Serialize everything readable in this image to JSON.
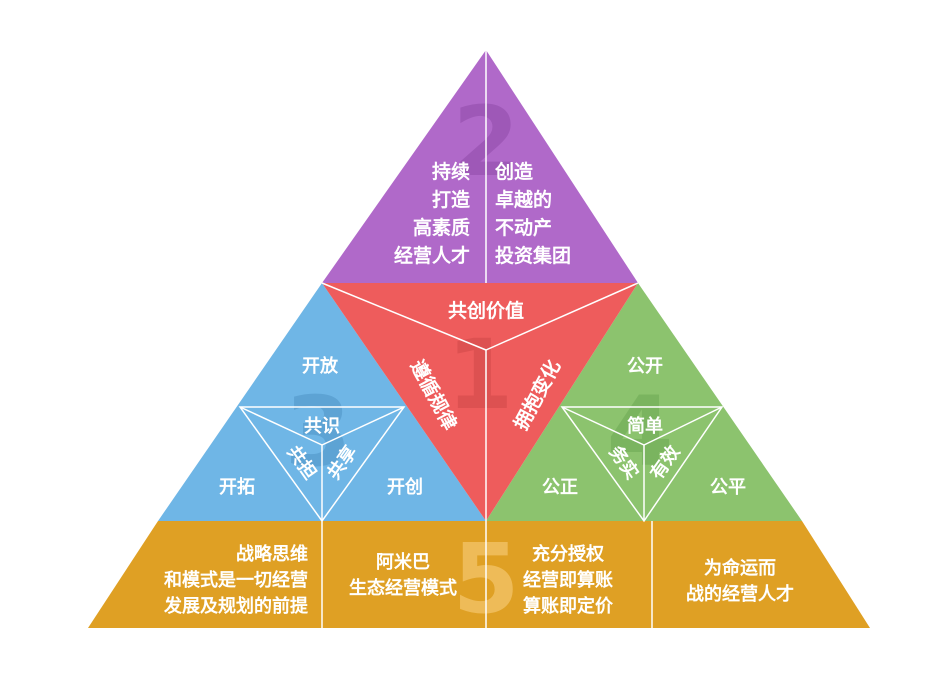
{
  "colors": {
    "purple": "#b069c9",
    "red": "#ee5c5c",
    "blue": "#6fb6e6",
    "green": "#8cc36e",
    "orange": "#dfa024",
    "divider": "#ffffff"
  },
  "top": {
    "number": "2",
    "left_lines": [
      "持续",
      "打造",
      "高素质",
      "经营人才"
    ],
    "right_lines": [
      "创造",
      "卓越的",
      "不动产",
      "投资集团"
    ]
  },
  "center": {
    "number": "1",
    "top_label": "共创价值",
    "left_label": "遵循规律",
    "right_label": "拥抱变化"
  },
  "left": {
    "number": "3",
    "top_label": "开放",
    "inner_top": "共识",
    "inner_left": "共担",
    "inner_right": "共享",
    "bottom_left": "开拓",
    "bottom_right": "开创"
  },
  "right": {
    "number": "4",
    "top_label": "公开",
    "inner_top": "简单",
    "inner_left": "务实",
    "inner_right": "有效",
    "bottom_left": "公正",
    "bottom_right": "公平"
  },
  "bottom": {
    "number": "5",
    "cell1": [
      "战略思维",
      "和模式是一切经营",
      "发展及规划的前提"
    ],
    "cell2": [
      "阿米巴",
      "生态经营模式"
    ],
    "cell3": [
      "充分授权",
      "经营即算账",
      "算账即定价"
    ],
    "cell4": [
      "为命运而",
      "战的经营人才"
    ]
  }
}
